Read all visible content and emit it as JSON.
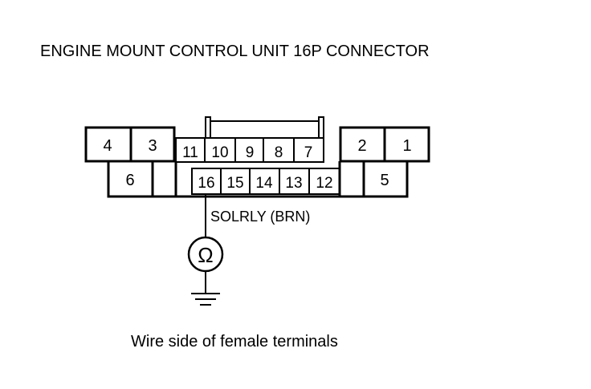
{
  "title": "ENGINE MOUNT CONTROL UNIT 16P CONNECTOR",
  "connector": {
    "pins": {
      "p1": "1",
      "p2": "2",
      "p3": "3",
      "p4": "4",
      "p5": "5",
      "p6": "6",
      "p7": "7",
      "p8": "8",
      "p9": "9",
      "p10": "10",
      "p11": "11",
      "p12": "12",
      "p13": "13",
      "p14": "14",
      "p15": "15",
      "p16": "16"
    }
  },
  "probe": {
    "terminal": "16",
    "wire_label": "SOLRLY (BRN)",
    "meter_symbol": "Ω",
    "meter_icon": "ohmmeter-icon",
    "ground_icon": "ground-icon"
  },
  "caption": "Wire side of female terminals"
}
